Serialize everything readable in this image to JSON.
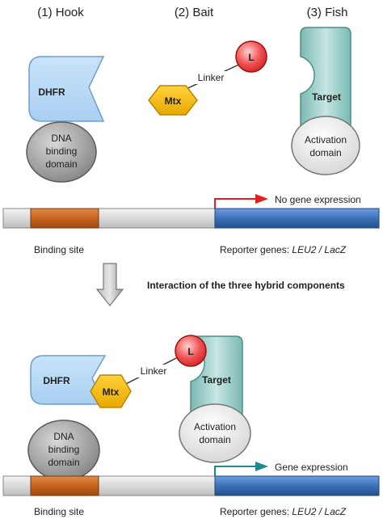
{
  "headers": {
    "hook": "(1) Hook",
    "bait": "(2) Bait",
    "fish": "(3) Fish"
  },
  "dhfr": "DHFR",
  "dna_domain": [
    "DNA",
    "binding",
    "domain"
  ],
  "mtx": "Mtx",
  "linker": "Linker",
  "ligand": "L",
  "target": "Target",
  "activation_domain": [
    "Activation",
    "domain"
  ],
  "top_expression": "No gene expression",
  "bottom_expression": "Gene expression",
  "binding_site": "Binding site",
  "reporter_prefix": "Reporter genes: ",
  "reporter_genes": "LEU2 / LacZ",
  "interaction_caption": "Interaction of the three hybrid components",
  "colors": {
    "dhfr_fill": "#bcdcf7",
    "dhfr_stroke": "#6f9fc8",
    "dna_fill": "#8a8a8a",
    "mtx_fill": "#f2b400",
    "ligand_fill": "#e8262a",
    "target_fill": "#8fc8c2",
    "activation_fill": "#e3e3e3",
    "binding_site": "#c6621c",
    "reporter": "#3a70b8",
    "arrow_off": "#e32020",
    "arrow_on": "#1f8a8a"
  }
}
